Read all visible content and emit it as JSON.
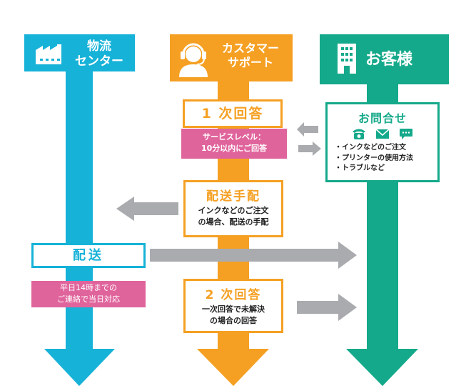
{
  "columns": {
    "logistics": {
      "title_line1": "物流",
      "title_line2": "センター",
      "color": "#16b2d8",
      "icon": "factory-icon"
    },
    "support": {
      "title_line1": "カスタマー",
      "title_line2": "サポート",
      "color": "#f5a023",
      "icon": "headset-operator-icon"
    },
    "customer": {
      "title": "お客様",
      "color": "#14a98a",
      "icon": "office-building-icon"
    }
  },
  "first_response": {
    "title": "1 次回答",
    "service_level_line1": "サービスレベル：",
    "service_level_line2": "10分以内にご回答"
  },
  "inquiry": {
    "title": "お問合せ",
    "icons": [
      "phone-icon",
      "mail-icon",
      "chat-icon"
    ],
    "items": [
      "インクなどのご注文",
      "プリンターの使用方法",
      "トラブルなど"
    ]
  },
  "shipping_arrangement": {
    "title": "配送手配",
    "desc_line1": "インクなどのご注文",
    "desc_line2": "の場合、配送の手配"
  },
  "delivery": {
    "title": "配送",
    "note_line1": "平日14時までの",
    "note_line2": "ご連絡で当日対応"
  },
  "second_response": {
    "title": "2 次回答",
    "desc_line1": "一次回答で未解決",
    "desc_line2": "の場合の回答"
  },
  "colors": {
    "arrow_gray": "#a9abae",
    "pink": "#e0649c"
  }
}
